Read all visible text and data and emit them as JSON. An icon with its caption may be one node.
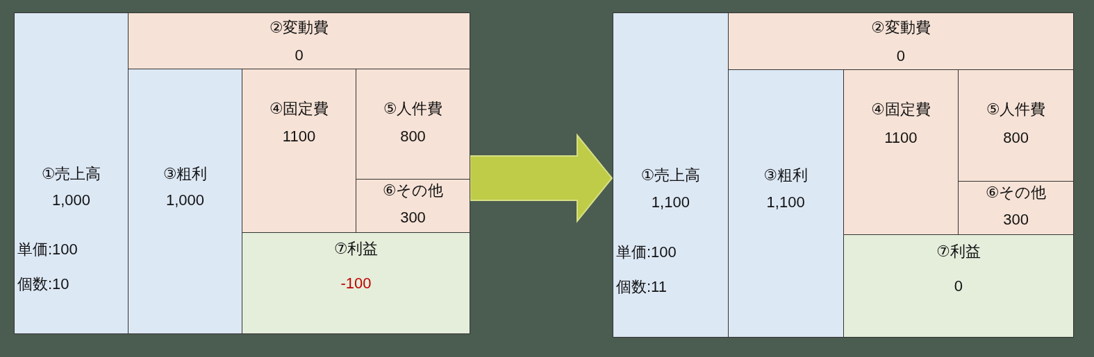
{
  "diagram": {
    "nodes": [
      {
        "text": [],
        "shape": "box"
      },
      {
        "text": [
          "①売上高",
          "1,000",
          "単価:100",
          "個数:10"
        ],
        "in": 0
      },
      {
        "text": [
          "②変動費",
          "0"
        ],
        "in": 0
      },
      {
        "text": [
          "③粗利",
          "1,000"
        ],
        "in": 0
      },
      {
        "text": [
          "④固定費",
          "1100"
        ],
        "in": 0
      },
      {
        "text": [
          "⑤人件費",
          "800"
        ],
        "in": 0
      },
      {
        "text": [
          "⑥その他",
          "300"
        ],
        "in": 0
      },
      {
        "text": [
          "⑦利益",
          "-100"
        ],
        "in": 0
      },
      {
        "text": [],
        "shape": "box"
      },
      {
        "text": [
          "①売上高",
          "1,100",
          "単価:100",
          "個数:11"
        ],
        "in": 8
      },
      {
        "text": [
          "②変動費",
          "0"
        ],
        "in": 8
      },
      {
        "text": [
          "③粗利",
          "1,100"
        ],
        "in": 8
      },
      {
        "text": [
          "④固定費",
          "1100"
        ],
        "in": 8
      },
      {
        "text": [
          "⑤人件費",
          "800"
        ],
        "in": 8
      },
      {
        "text": [
          "⑥その他",
          "300"
        ],
        "in": 8
      },
      {
        "text": [
          "⑦利益",
          "0"
        ],
        "in": 8
      }
    ],
    "edges": [
      {
        "from": 0,
        "to": 8,
        "arrow": "to"
      }
    ]
  }
}
